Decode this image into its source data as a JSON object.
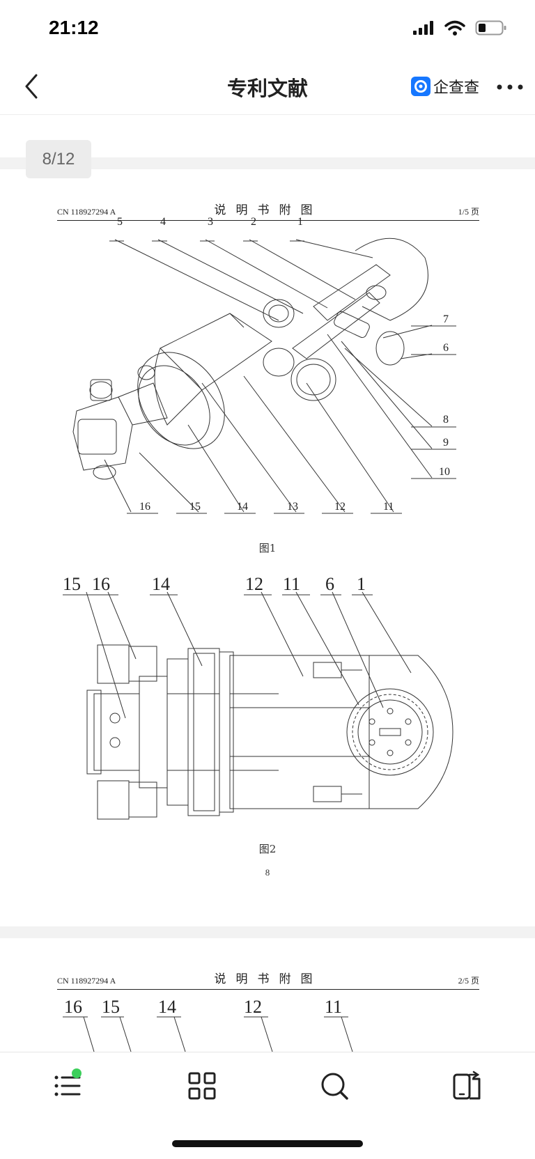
{
  "status": {
    "time": "21:12"
  },
  "nav": {
    "title": "专利文献",
    "brand": "企查查"
  },
  "page_indicator": "8/12",
  "doc_pages": [
    {
      "doc_id": "CN 118927294 A",
      "section_title": "说明书附图",
      "page_of": "1/5 页",
      "fig1_caption": "图1",
      "fig2_caption": "图2",
      "page_number": "8",
      "fig1_labels": [
        "5",
        "4",
        "3",
        "2",
        "1",
        "7",
        "6",
        "8",
        "9",
        "10",
        "16",
        "15",
        "14",
        "13",
        "12",
        "11"
      ],
      "fig2_labels": [
        "15",
        "16",
        "14",
        "12",
        "11",
        "6",
        "1"
      ]
    },
    {
      "doc_id": "CN 118927294 A",
      "section_title": "说明书附图",
      "page_of": "2/5 页",
      "fig_labels": [
        "16",
        "15",
        "14",
        "12",
        "11"
      ]
    }
  ],
  "tabbar": {
    "icons": [
      "menu-list-icon",
      "grid-icon",
      "search-icon",
      "phone-transfer-icon"
    ],
    "accent": "#3ccf5b"
  }
}
